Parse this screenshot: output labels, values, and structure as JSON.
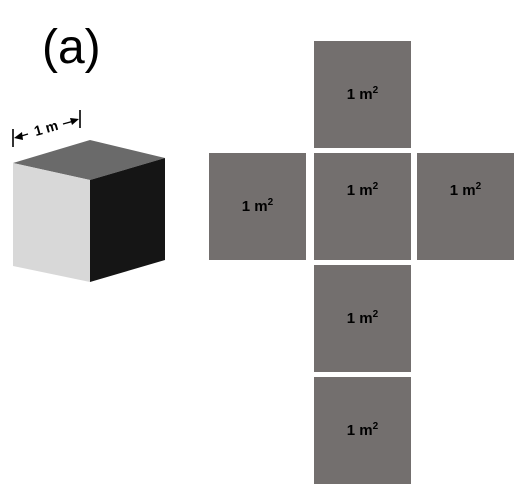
{
  "panel_label": "(a)",
  "cube": {
    "dimension_label": "1 m",
    "colors": {
      "top": "#6a6a6a",
      "left": "#d8d8d8",
      "right": "#151515"
    }
  },
  "net": {
    "face_color": "#736f6e",
    "faces": [
      {
        "id": "top",
        "base": "1 m",
        "exponent": "2"
      },
      {
        "id": "left",
        "base": "1 m",
        "exponent": "2"
      },
      {
        "id": "center",
        "base": "1 m",
        "exponent": "2"
      },
      {
        "id": "right",
        "base": "1 m",
        "exponent": "2"
      },
      {
        "id": "lower",
        "base": "1 m",
        "exponent": "2"
      },
      {
        "id": "bottom",
        "base": "1 m",
        "exponent": "2"
      }
    ]
  }
}
